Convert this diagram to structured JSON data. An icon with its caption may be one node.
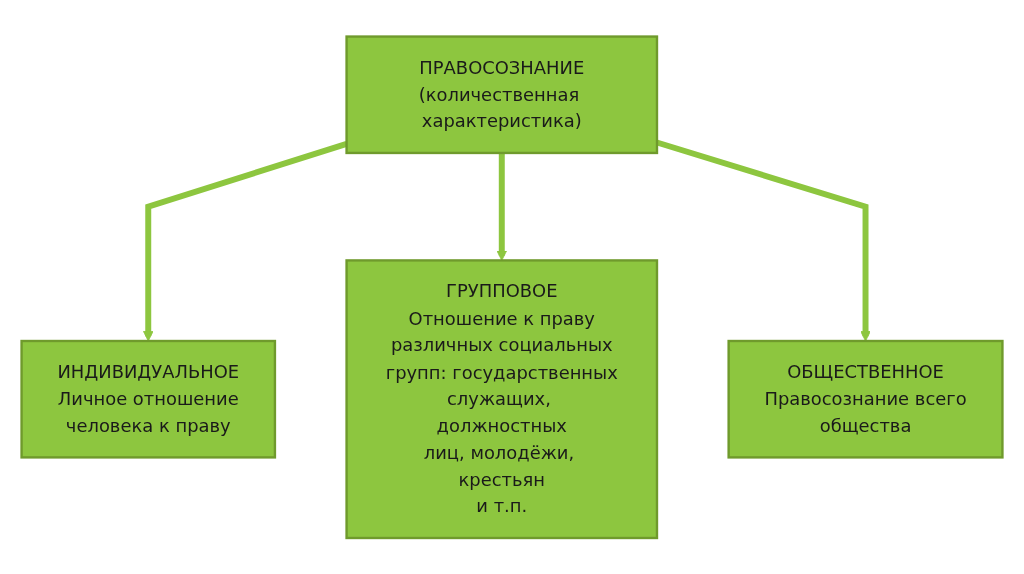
{
  "diagram": {
    "nodes": [
      {
        "text": [
          "ПРАВОСОЗНАНИЕ",
          "(количественная характеристика)"
        ]
      },
      {
        "text": [
          "ИНДИВИДУАЛЬНОЕ",
          "Личное отношение человека к праву"
        ]
      },
      {
        "text": [
          "ГРУППОВОЕ",
          "Отношение к праву различных социальных групп: государственных служащих, должностных лиц, молодёжи, крестьян и т.п."
        ]
      },
      {
        "text": [
          "ОБЩЕСТВЕННОЕ",
          "Правосознание всего общества"
        ]
      }
    ],
    "edges": [
      {
        "from": 0,
        "to": 1,
        "arrow": "to"
      },
      {
        "from": 0,
        "to": 2,
        "arrow": "to"
      },
      {
        "from": 0,
        "to": 3,
        "arrow": "to"
      }
    ]
  }
}
